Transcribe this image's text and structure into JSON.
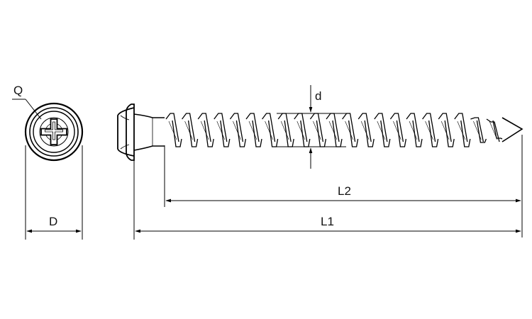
{
  "labels": {
    "head_recess": "Q",
    "head_diameter": "D",
    "thread_diameter": "d",
    "thread_length": "L2",
    "overall_length": "L1"
  },
  "colors": {
    "line": "#000000",
    "background": "#ffffff"
  }
}
